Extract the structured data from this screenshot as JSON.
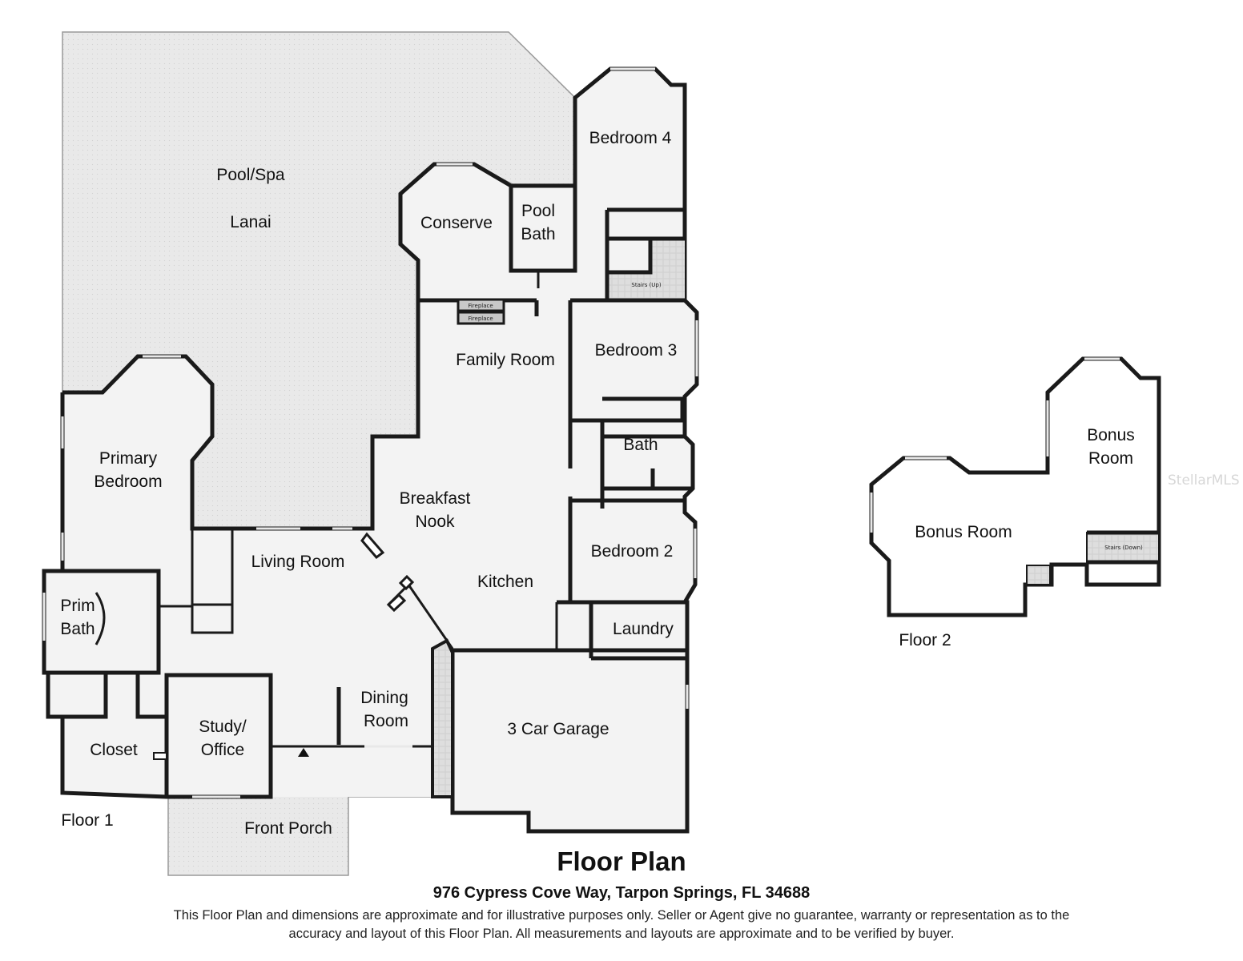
{
  "title": "Floor Plan",
  "address": "976 Cypress Cove Way, Tarpon Springs, FL 34688",
  "disclaimer": "This Floor Plan and dimensions are approximate and for illustrative purposes only. Seller or Agent give no guarantee, warranty or representation as to the accuracy and layout of this Floor Plan. All measurements and layouts are approximate and to be verified by buyer.",
  "watermark": "StellarMLS",
  "floor1": {
    "label": "Floor 1",
    "rooms": {
      "pool_spa": "Pool/Spa",
      "lanai": "Lanai",
      "bedroom4": "Bedroom 4",
      "conserve": "Conserve",
      "pool_bath_1": "Pool",
      "pool_bath_2": "Bath",
      "stairs_up": "Stairs (Up)",
      "fireplace_1": "Fireplace",
      "fireplace_2": "Fireplace",
      "family_room": "Family Room",
      "bedroom3": "Bedroom 3",
      "bath": "Bath",
      "breakfast_1": "Breakfast",
      "breakfast_2": "Nook",
      "primary_1": "Primary",
      "primary_2": "Bedroom",
      "living_room": "Living Room",
      "kitchen": "Kitchen",
      "bedroom2": "Bedroom 2",
      "prim_bath_1": "Prim",
      "prim_bath_2": "Bath",
      "laundry": "Laundry",
      "dining_1": "Dining",
      "dining_2": "Room",
      "study_1": "Study/",
      "study_2": "Office",
      "closet": "Closet",
      "garage": "3 Car Garage",
      "front_porch": "Front Porch"
    }
  },
  "floor2": {
    "label": "Floor 2",
    "rooms": {
      "bonus_a_1": "Bonus",
      "bonus_a_2": "Room",
      "bonus_b": "Bonus Room",
      "stairs_down": "Stairs (Down)"
    }
  },
  "colors": {
    "wall": "#1a1a1a",
    "floor": "#f2f2f2",
    "outdoor": "#e9e9e9",
    "stairs": "#dcdcdc"
  }
}
